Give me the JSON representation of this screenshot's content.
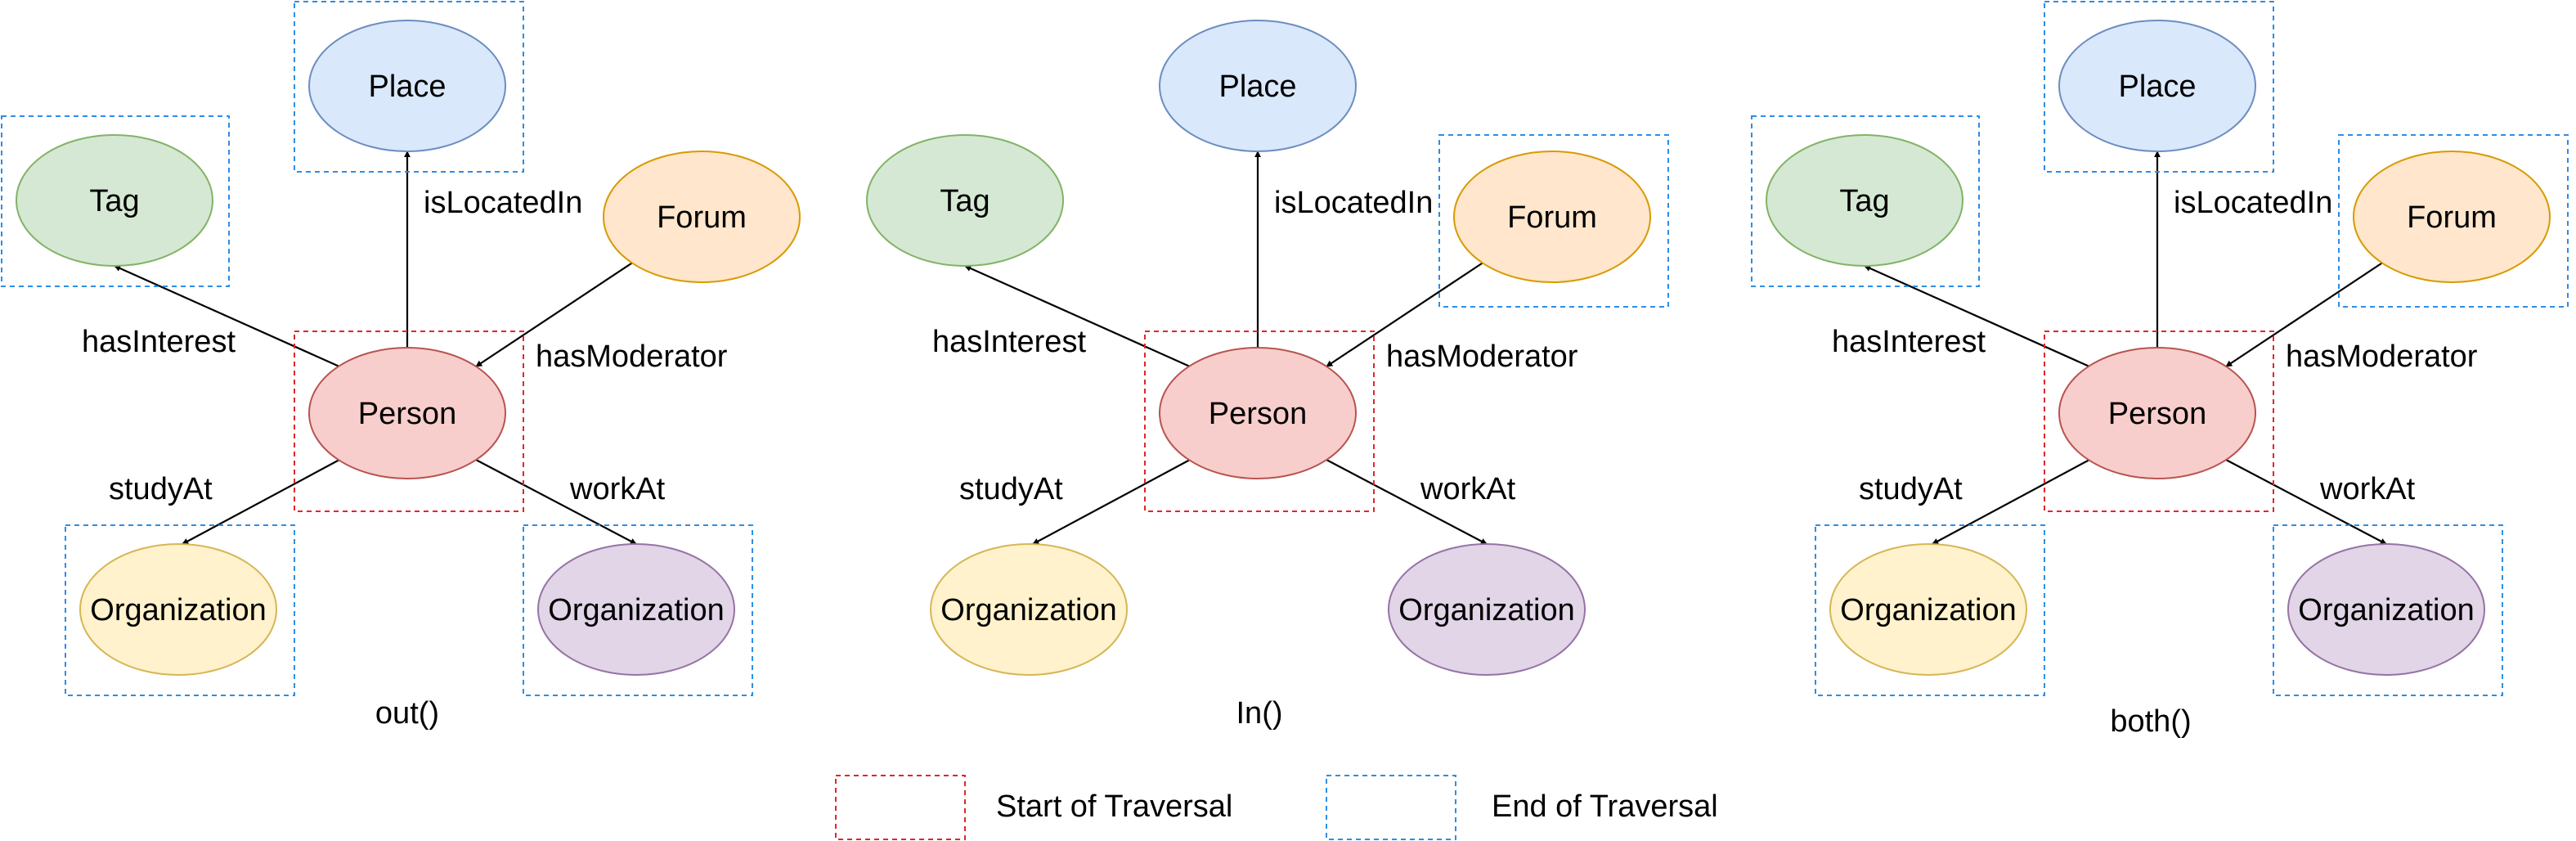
{
  "panels": [
    {
      "caption": "out()",
      "nodes": {
        "place": "Place",
        "tag": "Tag",
        "forum": "Forum",
        "person": "Person",
        "org_study": "Organization",
        "org_work": "Organization"
      },
      "edges": {
        "isLocatedIn": "isLocatedIn",
        "hasInterest": "hasInterest",
        "hasModerator": "hasModerator",
        "studyAt": "studyAt",
        "workAt": "workAt"
      },
      "start_of_traversal": [
        "person"
      ],
      "end_of_traversal": [
        "place",
        "tag",
        "org_study",
        "org_work"
      ]
    },
    {
      "caption": "In()",
      "nodes": {
        "place": "Place",
        "tag": "Tag",
        "forum": "Forum",
        "person": "Person",
        "org_study": "Organization",
        "org_work": "Organization"
      },
      "edges": {
        "isLocatedIn": "isLocatedIn",
        "hasInterest": "hasInterest",
        "hasModerator": "hasModerator",
        "studyAt": "studyAt",
        "workAt": "workAt"
      },
      "start_of_traversal": [
        "person"
      ],
      "end_of_traversal": [
        "forum"
      ]
    },
    {
      "caption": "both()",
      "nodes": {
        "place": "Place",
        "tag": "Tag",
        "forum": "Forum",
        "person": "Person",
        "org_study": "Organization",
        "org_work": "Organization"
      },
      "edges": {
        "isLocatedIn": "isLocatedIn",
        "hasInterest": "hasInterest",
        "hasModerator": "hasModerator",
        "studyAt": "studyAt",
        "workAt": "workAt"
      },
      "start_of_traversal": [
        "person"
      ],
      "end_of_traversal": [
        "place",
        "tag",
        "forum",
        "org_study",
        "org_work"
      ]
    }
  ],
  "legend": {
    "start": "Start of Traversal",
    "end": "End of Traversal"
  },
  "colors": {
    "place_fill": "#dae8fc",
    "place_stroke": "#6c8ebf",
    "tag_fill": "#d5e8d4",
    "tag_stroke": "#82b366",
    "forum_fill": "#ffe6cc",
    "forum_stroke": "#d79b00",
    "person_fill": "#f8cecc",
    "person_stroke": "#b85450",
    "org_study_fill": "#fff2cc",
    "org_study_stroke": "#d6b656",
    "org_work_fill": "#e1d5e7",
    "org_work_stroke": "#9673a6",
    "start_box": "#e0262b",
    "end_box": "#2f8de4",
    "edge": "#000000"
  }
}
